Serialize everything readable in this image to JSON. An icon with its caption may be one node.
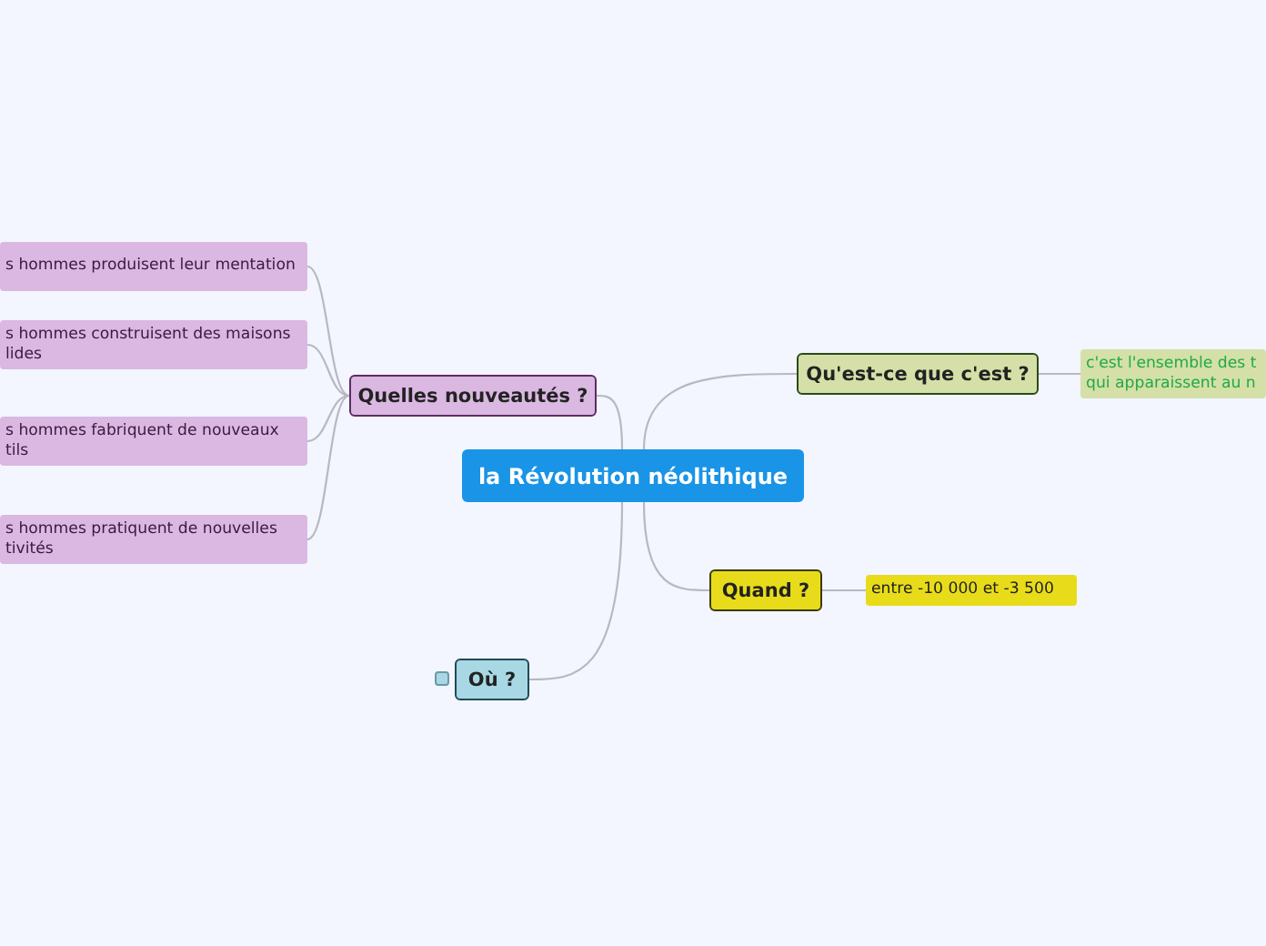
{
  "diagram": {
    "nodes": [
      {
        "text": [
          "la Révolution néolithique"
        ]
      },
      {
        "text": [
          "Quelles nouveautés ?"
        ]
      },
      {
        "text": [
          "s hommes produisent leur mentation"
        ]
      },
      {
        "text": [
          "s hommes construisent des maisons lides"
        ]
      },
      {
        "text": [
          "s hommes fabriquent de nouveaux tils"
        ]
      },
      {
        "text": [
          "s hommes pratiquent de nouvelles tivités"
        ]
      },
      {
        "text": [
          "Qu'est-ce que c'est ?"
        ]
      },
      {
        "text": [
          "c'est l'ensemble des t qui apparaissent au n"
        ]
      },
      {
        "text": [
          "Quand ?"
        ]
      },
      {
        "text": [
          "entre -10 000 et -3 500"
        ]
      },
      {
        "text": [
          "Où ?"
        ]
      }
    ],
    "edges": [
      {
        "from": 0,
        "to": 1,
        "arrow": "none"
      },
      {
        "from": 0,
        "to": 6,
        "arrow": "none"
      },
      {
        "from": 0,
        "to": 8,
        "arrow": "none"
      },
      {
        "from": 0,
        "to": 10,
        "arrow": "none"
      },
      {
        "from": 1,
        "to": 2,
        "arrow": "none"
      },
      {
        "from": 1,
        "to": 3,
        "arrow": "none"
      },
      {
        "from": 1,
        "to": 4,
        "arrow": "none"
      },
      {
        "from": 1,
        "to": 5,
        "arrow": "none"
      },
      {
        "from": 6,
        "to": 7,
        "arrow": "none"
      },
      {
        "from": 8,
        "to": 9,
        "arrow": "none"
      }
    ]
  }
}
